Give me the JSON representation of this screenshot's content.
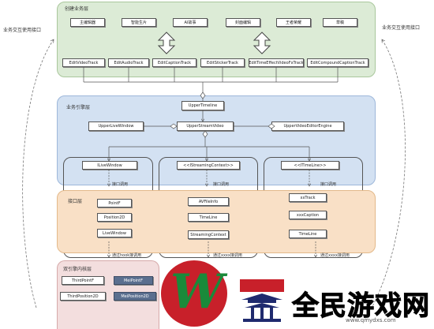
{
  "side_labels": {
    "left": "业务交互使用接口",
    "right": "业务交互使用接口"
  },
  "creation_layer": {
    "title": "创建业务层",
    "top_boxes": [
      "主编辑器",
      "智能生片",
      "AI故事",
      "封面编辑",
      "王者荣耀",
      "草稿"
    ],
    "track_boxes": [
      "EditVideoTrack",
      "EditAudioTrack",
      "EditCaptionTrack",
      "EditStickerTrack",
      "EditTimeEffectVideoFxTrack",
      "EditCompoundCaptionTrack"
    ]
  },
  "engine_layer": {
    "title": "业务引擎层",
    "upper_timeline": "UpperTimeline",
    "upper_live_window": "UpperLiveWindow",
    "upper_stream_video": "UpperStreamVideo",
    "upper_video_editor_engine": "UpperVideoEditorEngine",
    "interfaces": [
      "ILiveWindow",
      "<<IStreamingContext>>",
      "<<ITimeLine>>"
    ]
  },
  "interface_layer": {
    "title": "接口层",
    "call_labels": [
      "接口调用",
      "接口调用",
      "接口调用"
    ],
    "columns": [
      [
        "PointF",
        "Position2D",
        "LiveWindow"
      ],
      [
        "AVFileInfo",
        "TimeLine",
        "StreamingContext"
      ],
      [
        "xxTrack",
        "xxxCaption",
        "TimeLine"
      ]
    ],
    "bottom_labels": [
      "通过hook接调用",
      "通过xxxx接调用",
      "通过xxxx接调用"
    ]
  },
  "dual_engine_layer": {
    "title": "双引擎内核层",
    "boxes": [
      {
        "label": "ThirdPointF",
        "style": "light"
      },
      {
        "label": "MeiPointF",
        "style": "dark"
      },
      {
        "label": "ThirdPosition2D",
        "style": "light"
      },
      {
        "label": "MeiPosition2D",
        "style": "dark"
      }
    ]
  },
  "watermark": {
    "text": "全民游戏网",
    "url": "www.qmydxs.com"
  },
  "colors": {
    "creation_bg": "#dcebd6",
    "creation_border": "#a9c79c",
    "engine_bg": "#d3e1f2",
    "engine_border": "#9db7da",
    "interface_bg": "#f9e0c6",
    "interface_border": "#e3b98a",
    "dual_bg": "#f3dede",
    "dual_border": "#d6a9a9"
  }
}
